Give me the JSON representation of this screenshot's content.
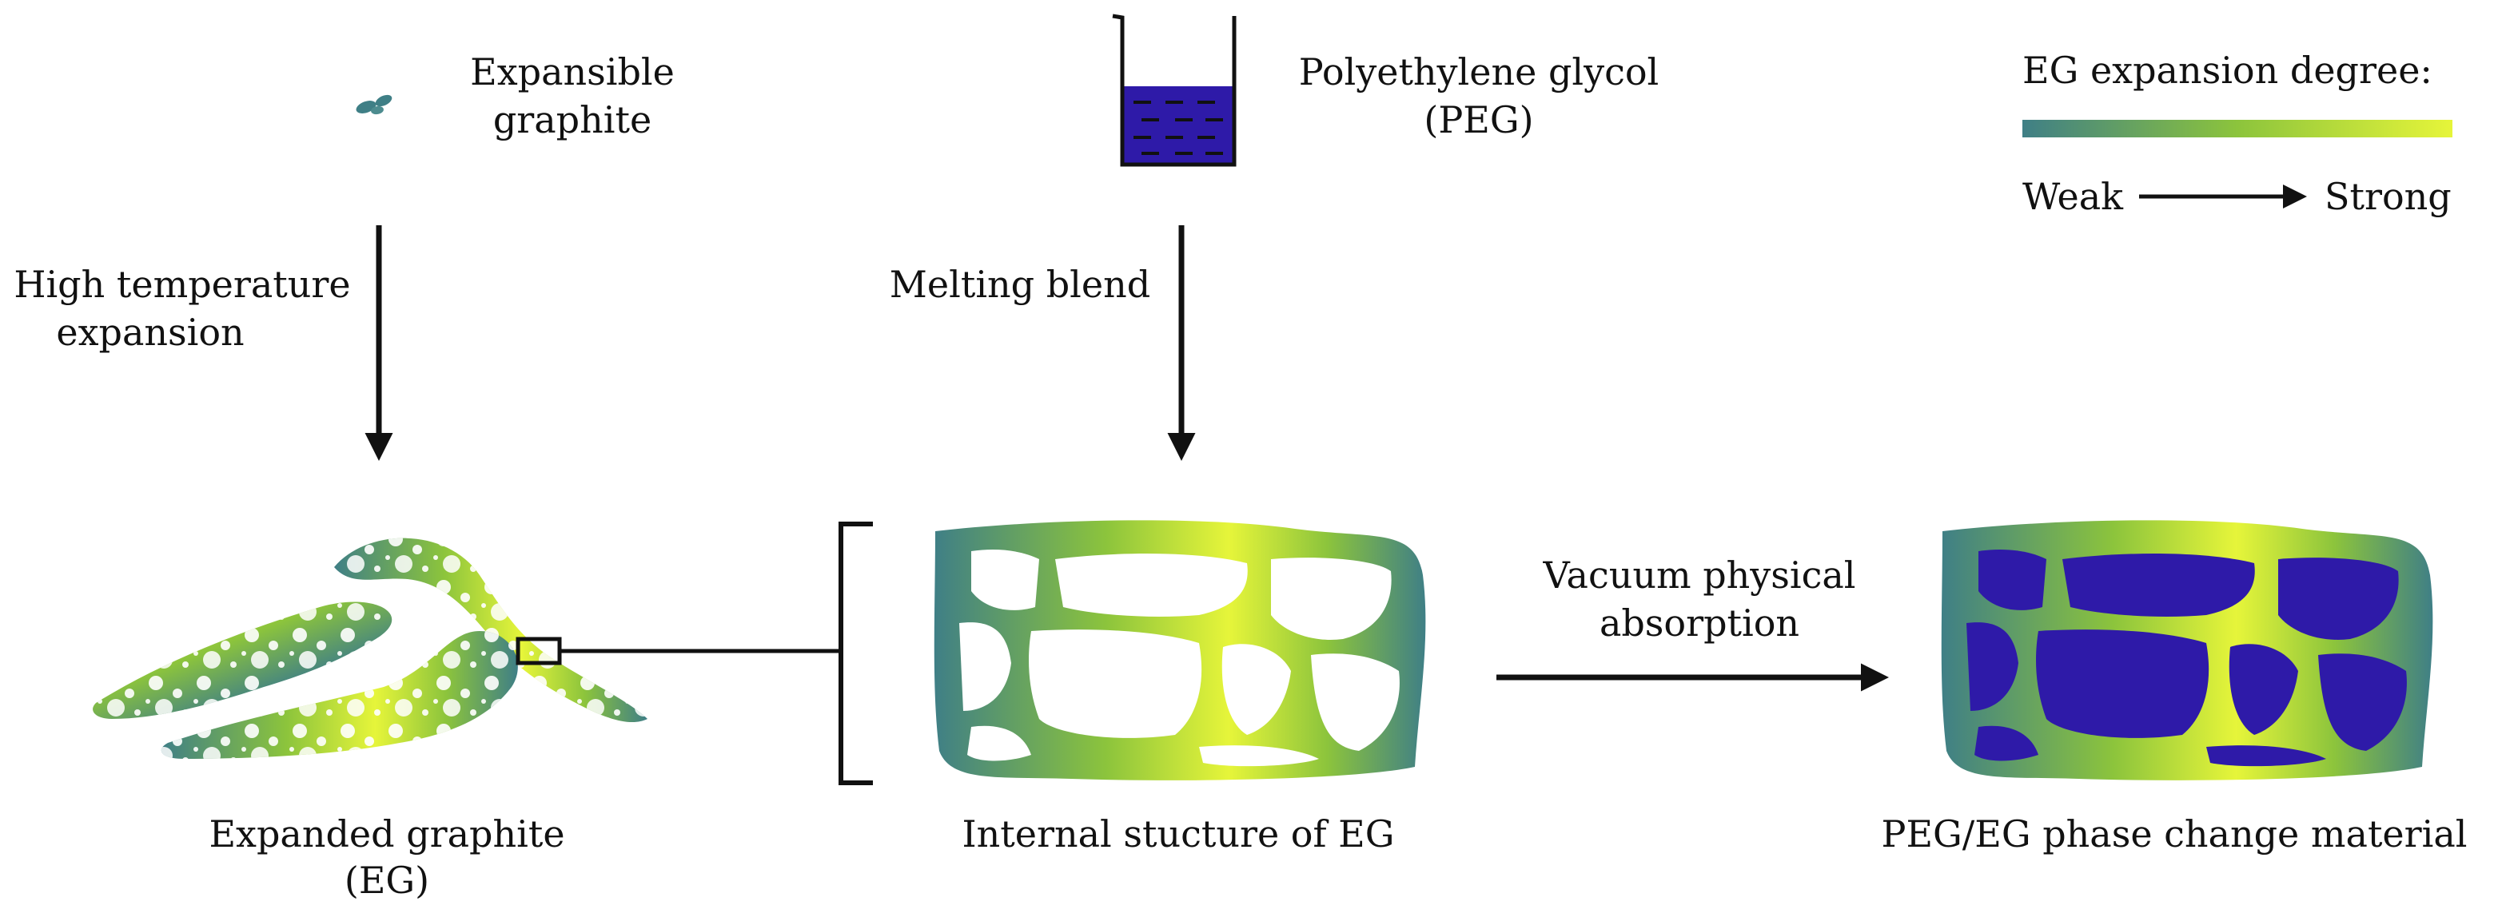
{
  "colors": {
    "peg": "#2e1aa8",
    "eg_weak": "#3f7f86",
    "eg_mid": "#8cc43c",
    "eg_strong": "#e6f53a",
    "arrow": "#111111"
  },
  "labels": {
    "expansible_graphite": [
      "Expansible",
      "graphite"
    ],
    "peg": [
      "Polyethylene glycol",
      "(PEG)"
    ],
    "legend_title": "EG expansion degree:",
    "legend_weak": "Weak",
    "legend_strong": "Strong",
    "step_high_temp": [
      "High temperature",
      "expansion"
    ],
    "step_melting": "Melting blend",
    "step_vacuum": [
      "Vacuum physical",
      "absorption"
    ],
    "expanded_graphite": [
      "Expanded graphite",
      "(EG)"
    ],
    "internal_structure": "Internal stucture of EG",
    "pcm": "PEG/EG phase change material"
  },
  "icons": {
    "graphite_flakes": "graphite-flakes-icon",
    "beaker": "beaker-icon"
  }
}
